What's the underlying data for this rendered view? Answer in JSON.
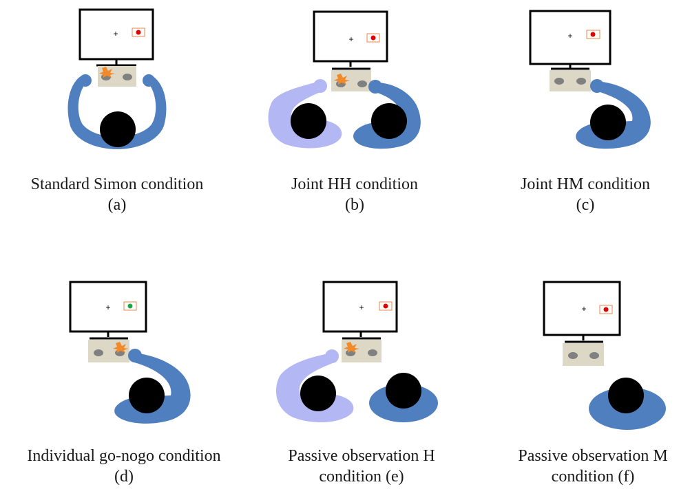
{
  "colors": {
    "person_blue": "#4f7fbe",
    "person_lavender": "#b3b7f4",
    "head": "#000000",
    "keyboard": "#ddd7c5",
    "key": "#808080",
    "stimulus_red": "#e10000",
    "stimulus_green": "#1aa64a",
    "stimulus_frame": "#e8874a",
    "burst": "#f08a2a"
  },
  "panels": [
    {
      "id": "a",
      "caption_line1": "Standard Simon condition",
      "caption_line2": "(a)",
      "fixation": "+",
      "stimulus_color": "red",
      "agents": [
        "two-hand-blue"
      ],
      "key_press": "left"
    },
    {
      "id": "b",
      "caption_line1": "Joint HH condition",
      "caption_line2": "(b)",
      "fixation": "+",
      "stimulus_color": "red",
      "agents": [
        "left-lavender",
        "right-blue"
      ],
      "key_press": "left"
    },
    {
      "id": "c",
      "caption_line1": "Joint HM condition",
      "caption_line2": "(c)",
      "fixation": "+",
      "stimulus_color": "red",
      "agents": [
        "right-blue"
      ],
      "key_press": "none"
    },
    {
      "id": "d",
      "caption_line1": "Individual go-nogo condition",
      "caption_line2": "(d)",
      "fixation": "+",
      "stimulus_color": "green",
      "agents": [
        "right-blue"
      ],
      "key_press": "right"
    },
    {
      "id": "e",
      "caption_line1": "Passive observation H",
      "caption_line2": "condition (e)",
      "fixation": "+",
      "stimulus_color": "red",
      "agents": [
        "left-lavender",
        "right-blue-passive"
      ],
      "key_press": "left"
    },
    {
      "id": "f",
      "caption_line1": "Passive observation M",
      "caption_line2": "condition (f)",
      "fixation": "+",
      "stimulus_color": "red",
      "agents": [
        "right-blue-passive"
      ],
      "key_press": "none"
    }
  ]
}
